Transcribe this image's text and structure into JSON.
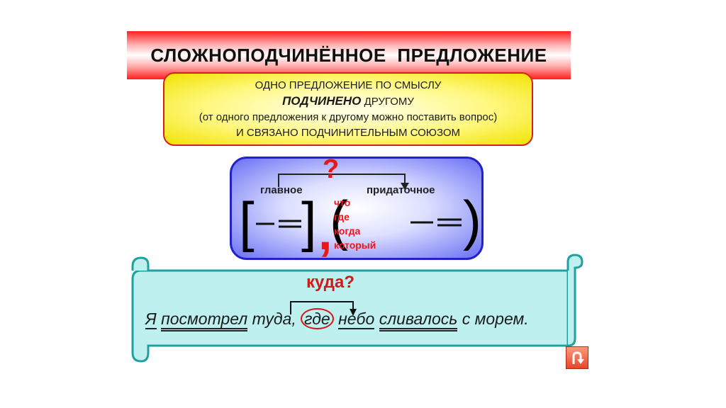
{
  "title": "СЛОЖНОПОДЧИНЁННОЕ   ПРЕДЛОЖЕНИЕ",
  "definition": {
    "line1": "ОДНО ПРЕДЛОЖЕНИЕ ПО СМЫСЛУ",
    "line2_bold": "ПОДЧИНЕНО",
    "line2_rest": "ДРУГОМУ",
    "line3": "(от одного предложения к другому можно поставить вопрос)",
    "line4": "И СВЯЗАНО ПОДЧИНИТЕЛЬНЫМ СОЮЗОМ"
  },
  "scheme": {
    "question": "?",
    "main_label": "главное",
    "sub_label": "придаточное",
    "conjunctions": [
      "что",
      "где",
      "когда",
      "который"
    ]
  },
  "example": {
    "question": "куда?",
    "w1": "Я",
    "w2": "посмотрел",
    "w3": " туда, ",
    "w4": "где",
    "w5": "небо",
    "w6": "сливалось",
    "w7": " с морем."
  },
  "colors": {
    "accent_red": "#e81818",
    "scheme_border": "#2222cc",
    "scroll_fill": "#bff0f0"
  },
  "icons": {
    "return_button": "u-turn-arrow-icon"
  }
}
